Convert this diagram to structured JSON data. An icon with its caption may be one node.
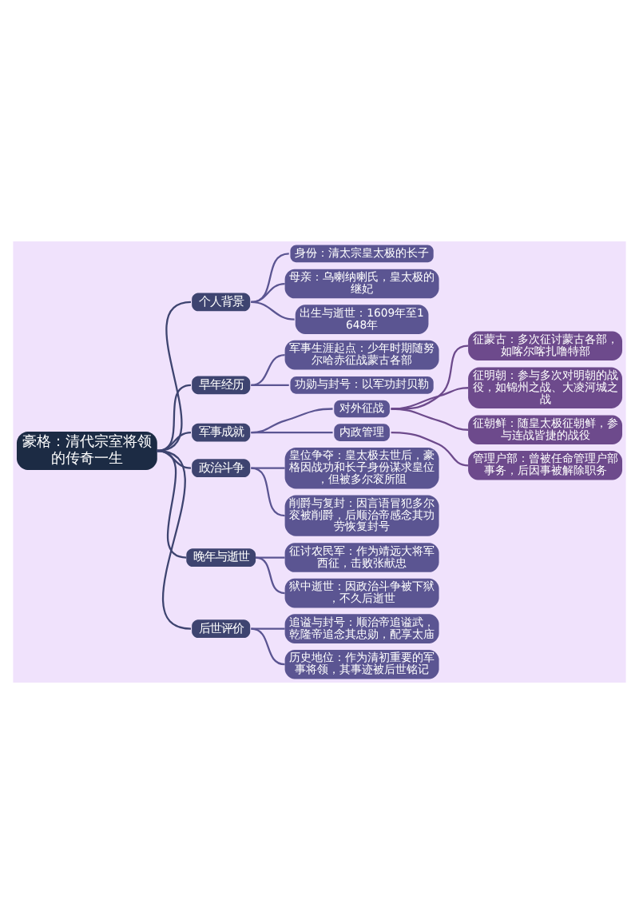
{
  "diagram": {
    "nodes": [
      {
        "text": [
          "豪格：清代宗室将领的传奇一生"
        ]
      },
      {
        "text": [
          "个人背景"
        ]
      },
      {
        "text": [
          "身份：清太宗皇太极的长子"
        ]
      },
      {
        "text": [
          "母亲：乌喇纳喇氏，皇太极的继妃"
        ]
      },
      {
        "text": [
          "出生与逝世：1609年至1648年"
        ]
      },
      {
        "text": [
          "早年经历"
        ]
      },
      {
        "text": [
          "军事生涯起点：少年时期随努尔哈赤征战蒙古各部"
        ]
      },
      {
        "text": [
          "功勋与封号：以军功封贝勒"
        ]
      },
      {
        "text": [
          "军事成就"
        ]
      },
      {
        "text": [
          "对外征战"
        ]
      },
      {
        "text": [
          "征蒙古：多次征讨蒙古各部，如喀尔喀扎噜特部"
        ]
      },
      {
        "text": [
          "征明朝：参与多次对明朝的战役，如锦州之战、大凌河城之战"
        ]
      },
      {
        "text": [
          "征朝鲜：随皇太极征朝鲜，参与连战皆捷的战役"
        ]
      },
      {
        "text": [
          "内政管理"
        ]
      },
      {
        "text": [
          "管理户部：曾被任命管理户部事务，后因事被解除职务"
        ]
      },
      {
        "text": [
          "政治斗争"
        ]
      },
      {
        "text": [
          "皇位争夺：皇太极去世后，豪格因战功和长子身份谋求皇位，但被多尔衮所阻"
        ]
      },
      {
        "text": [
          "削爵与复封：因言语冒犯多尔衮被削爵，后顺治帝感念其功劳恢复封号"
        ]
      },
      {
        "text": [
          "晚年与逝世"
        ]
      },
      {
        "text": [
          "征讨农民军：作为靖远大将军西征，击败张献忠"
        ]
      },
      {
        "text": [
          "狱中逝世：因政治斗争被下狱，不久后逝世"
        ]
      },
      {
        "text": [
          "后世评价"
        ]
      },
      {
        "text": [
          "追谥与封号：顺治帝追谥武，乾隆帝追念其忠勋，配享太庙"
        ]
      },
      {
        "text": [
          "历史地位：作为清初重要的军事将领，其事迹被后世铭记"
        ]
      }
    ],
    "edges": [
      {
        "from": 0,
        "to": 1,
        "arrow": "none"
      },
      {
        "from": 1,
        "to": 2,
        "arrow": "none"
      },
      {
        "from": 1,
        "to": 3,
        "arrow": "none"
      },
      {
        "from": 1,
        "to": 4,
        "arrow": "none"
      },
      {
        "from": 0,
        "to": 5,
        "arrow": "none"
      },
      {
        "from": 5,
        "to": 6,
        "arrow": "none"
      },
      {
        "from": 5,
        "to": 7,
        "arrow": "none"
      },
      {
        "from": 0,
        "to": 8,
        "arrow": "none"
      },
      {
        "from": 8,
        "to": 9,
        "arrow": "none"
      },
      {
        "from": 9,
        "to": 10,
        "arrow": "none"
      },
      {
        "from": 9,
        "to": 11,
        "arrow": "none"
      },
      {
        "from": 9,
        "to": 12,
        "arrow": "none"
      },
      {
        "from": 8,
        "to": 13,
        "arrow": "none"
      },
      {
        "from": 13,
        "to": 14,
        "arrow": "none"
      },
      {
        "from": 0,
        "to": 15,
        "arrow": "none"
      },
      {
        "from": 15,
        "to": 16,
        "arrow": "none"
      },
      {
        "from": 15,
        "to": 17,
        "arrow": "none"
      },
      {
        "from": 0,
        "to": 18,
        "arrow": "none"
      },
      {
        "from": 18,
        "to": 19,
        "arrow": "none"
      },
      {
        "from": 18,
        "to": 20,
        "arrow": "none"
      },
      {
        "from": 0,
        "to": 21,
        "arrow": "none"
      },
      {
        "from": 21,
        "to": 22,
        "arrow": "none"
      },
      {
        "from": 21,
        "to": 23,
        "arrow": "none"
      }
    ]
  }
}
